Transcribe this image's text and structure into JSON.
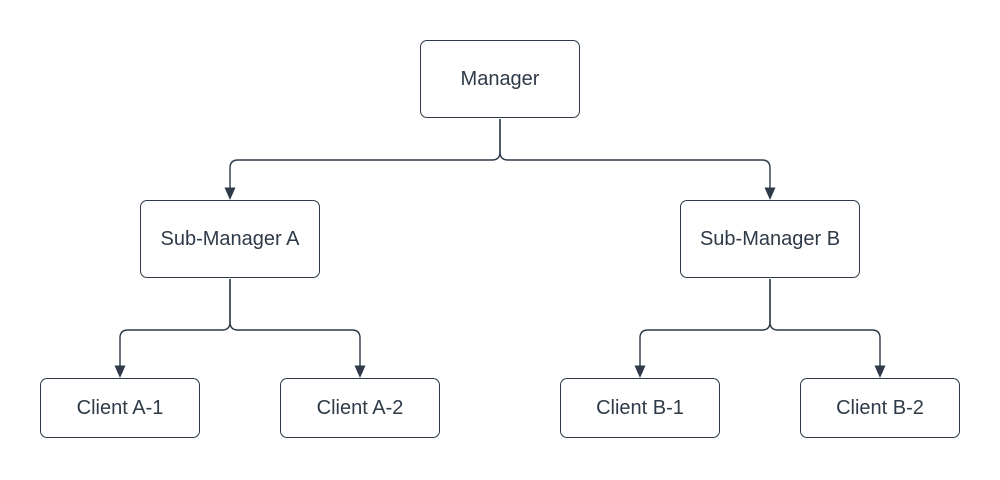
{
  "diagram": {
    "type": "org-chart",
    "colors": {
      "stroke": "#2e3a48",
      "text": "#2e3a48",
      "node_fill": "#ffffff",
      "background": "#ffffff"
    },
    "nodes": [
      {
        "id": "manager",
        "label": "Manager",
        "level": 0
      },
      {
        "id": "sub-manager-a",
        "label": "Sub-Manager A",
        "level": 1
      },
      {
        "id": "sub-manager-b",
        "label": "Sub-Manager B",
        "level": 1
      },
      {
        "id": "client-a1",
        "label": "Client A-1",
        "level": 2
      },
      {
        "id": "client-a2",
        "label": "Client A-2",
        "level": 2
      },
      {
        "id": "client-b1",
        "label": "Client B-1",
        "level": 2
      },
      {
        "id": "client-b2",
        "label": "Client B-2",
        "level": 2
      }
    ],
    "edges": [
      {
        "from": "manager",
        "to": "sub-manager-a",
        "arrow": "down"
      },
      {
        "from": "manager",
        "to": "sub-manager-b",
        "arrow": "down"
      },
      {
        "from": "sub-manager-a",
        "to": "client-a1",
        "arrow": "down"
      },
      {
        "from": "sub-manager-a",
        "to": "client-a2",
        "arrow": "down"
      },
      {
        "from": "sub-manager-b",
        "to": "client-b1",
        "arrow": "down"
      },
      {
        "from": "sub-manager-b",
        "to": "client-b2",
        "arrow": "down"
      }
    ]
  }
}
